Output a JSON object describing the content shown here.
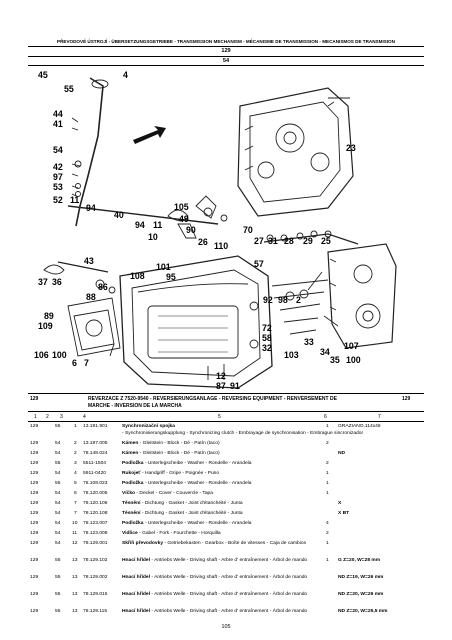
{
  "header": {
    "title": "PŘEVODOVÉ ÚSTROJÍ - ÜBERSETZUNGSGETRIEBE - TRANSMISSION MECHANISM - MÉCANISME DE TRANSMISSION - MECANISMOS DE TRANSMISION",
    "group_no": "129",
    "subgroup_no": "54"
  },
  "callouts": [
    {
      "key": "c45",
      "text": "45"
    },
    {
      "key": "c4",
      "text": "4"
    },
    {
      "key": "c55",
      "text": "55"
    },
    {
      "key": "c44",
      "text": "44"
    },
    {
      "key": "c41",
      "text": "41"
    },
    {
      "key": "c54",
      "text": "54"
    },
    {
      "key": "c42",
      "text": "42"
    },
    {
      "key": "c97",
      "text": "97"
    },
    {
      "key": "c53",
      "text": "53"
    },
    {
      "key": "c52",
      "text": "52"
    },
    {
      "key": "c11a",
      "text": "11"
    },
    {
      "key": "c94",
      "text": "94"
    },
    {
      "key": "c40",
      "text": "40"
    },
    {
      "key": "c94b",
      "text": "94"
    },
    {
      "key": "c11b",
      "text": "11"
    },
    {
      "key": "c105",
      "text": "105"
    },
    {
      "key": "c49",
      "text": "49"
    },
    {
      "key": "c90",
      "text": "90"
    },
    {
      "key": "c10",
      "text": "10"
    },
    {
      "key": "c26",
      "text": "26"
    },
    {
      "key": "c110",
      "text": "110"
    },
    {
      "key": "c70",
      "text": "70"
    },
    {
      "key": "c27",
      "text": "27"
    },
    {
      "key": "c31",
      "text": "31"
    },
    {
      "key": "c28",
      "text": "28"
    },
    {
      "key": "c29",
      "text": "29"
    },
    {
      "key": "c25",
      "text": "25"
    },
    {
      "key": "c23",
      "text": "23"
    },
    {
      "key": "c43",
      "text": "43"
    },
    {
      "key": "c108",
      "text": "108"
    },
    {
      "key": "c101",
      "text": "101"
    },
    {
      "key": "c95",
      "text": "95"
    },
    {
      "key": "c57",
      "text": "57"
    },
    {
      "key": "c37",
      "text": "37"
    },
    {
      "key": "c36",
      "text": "36"
    },
    {
      "key": "c86",
      "text": "86"
    },
    {
      "key": "c88",
      "text": "88"
    },
    {
      "key": "c92",
      "text": "92"
    },
    {
      "key": "c98",
      "text": "98"
    },
    {
      "key": "c2",
      "text": "2"
    },
    {
      "key": "c89",
      "text": "89"
    },
    {
      "key": "c109",
      "text": "109"
    },
    {
      "key": "c72",
      "text": "72"
    },
    {
      "key": "c58",
      "text": "58"
    },
    {
      "key": "c32",
      "text": "32"
    },
    {
      "key": "c103",
      "text": "103"
    },
    {
      "key": "c33",
      "text": "33"
    },
    {
      "key": "c34",
      "text": "34"
    },
    {
      "key": "c107",
      "text": "107"
    },
    {
      "key": "c106",
      "text": "106"
    },
    {
      "key": "c100",
      "text": "100"
    },
    {
      "key": "c6",
      "text": "6"
    },
    {
      "key": "c7",
      "text": "7"
    },
    {
      "key": "c35",
      "text": "35"
    },
    {
      "key": "c100b",
      "text": "100"
    },
    {
      "key": "c12",
      "text": "12"
    },
    {
      "key": "c87",
      "text": "87"
    },
    {
      "key": "c91",
      "text": "91"
    }
  ],
  "section": {
    "group": "129",
    "title_line1": "REVERZACE Z 7520-9540 - REVERSIERUNGSANLAGE - REVERSING EQUIPMENT - RENVERSEMENT DE",
    "title_line2": "MARCHE - INVERSION DE LA MARCHA",
    "group_right": "129"
  },
  "columns": [
    "1",
    "2",
    "3",
    "4",
    "5",
    "6",
    "7"
  ],
  "rows": [
    {
      "c1": "129",
      "c2": "55",
      "c3": "1",
      "c4": "13.191.901",
      "name": "Synchronizační spojka",
      "desc": " - Synchronisierungskupplung - Synchronizing clutch - Embrayage de synchronisation - Embrague sincronizador",
      "qty": "1",
      "note": "GRAZIANO.114x46"
    },
    {
      "c1": "129",
      "c2": "54",
      "c3": "2",
      "c4": "13.197.005",
      "name": "Kámen",
      "desc": " - Gleitstein - Block - Dé - Patín (taco)",
      "qty": "2",
      "note": ""
    },
    {
      "c1": "129",
      "c2": "54",
      "c3": "2",
      "c4": "78.148.024",
      "name": "Kámen",
      "desc": " - Gleitstein - Block - Dé - Patín (taco)",
      "qty": "",
      "note": "ND"
    },
    {
      "c1": "129",
      "c2": "55",
      "c3": "3",
      "c4": "5511-1504",
      "name": "Podložka",
      "desc": " - Unterlegscheibe - Washer - Rondelle - Arandela",
      "qty": "2",
      "note": ""
    },
    {
      "c1": "129",
      "c2": "54",
      "c3": "4",
      "c4": "5911-0420",
      "name": "Rukojeť",
      "desc": " - Handgriff - Gripe - Poignée - Puno",
      "qty": "1",
      "note": ""
    },
    {
      "c1": "129",
      "c2": "55",
      "c3": "5",
      "c4": "78.108.023",
      "name": "Podložka",
      "desc": " - Unterlegscheibe - Washer - Rondelle - Arandela",
      "qty": "1",
      "note": ""
    },
    {
      "c1": "129",
      "c2": "54",
      "c3": "6",
      "c4": "78.120.005",
      "name": "Víčko",
      "desc": " - Deckel - Cover - Couvercle - Tapa",
      "qty": "1",
      "note": ""
    },
    {
      "c1": "129",
      "c2": "54",
      "c3": "7",
      "c4": "78.120.106",
      "name": "Těsnění",
      "desc": " - Dichtung - Gasket - Joint d'étanchéité - Junta",
      "qty": "",
      "note": "X"
    },
    {
      "c1": "129",
      "c2": "54",
      "c3": "7",
      "c4": "78.120.108",
      "name": "Těsnění",
      "desc": " - Dichtung - Gasket - Joint d'étanchéité - Junta",
      "qty": "",
      "note": "X BT"
    },
    {
      "c1": "129",
      "c2": "54",
      "c3": "10",
      "c4": "78.123.007",
      "name": "Podložka",
      "desc": " - Unterlegscheibe - Washer - Rondelle - Arandela",
      "qty": "4",
      "note": ""
    },
    {
      "c1": "129",
      "c2": "54",
      "c3": "11",
      "c4": "78.123.008",
      "name": "Vidlice",
      "desc": " - Gabel - Fork - Fourchette - Horquilla",
      "qty": "2",
      "note": ""
    },
    {
      "c1": "129",
      "c2": "54",
      "c3": "12",
      "c4": "78.129.001",
      "name": "Skříň převodovky",
      "desc": " - Getriebekasten - Gearbox - Boîte de vitesses - Caja de cambios",
      "qty": "1",
      "note": ""
    },
    {
      "c1": "129",
      "c2": "55",
      "c3": "13",
      "c4": "78.129.102",
      "name": "Hnací hřídel",
      "desc": " - Antriebs Welle - Driving shaft - Arbre d' entraînement - Árbol de mando",
      "qty": "1",
      "note": "G Z=20, W=28 mm"
    },
    {
      "c1": "129",
      "c2": "55",
      "c3": "13",
      "c4": "78.129.002",
      "name": "Hnací hřídel",
      "desc": " - Antriebs Welle - Driving shaft - Arbre d' entraînement - Árbol de mando",
      "qty": "",
      "note": "ND Z=19, W=26 mm"
    },
    {
      "c1": "129",
      "c2": "55",
      "c3": "13",
      "c4": "78.129.015",
      "name": "Hnací hřídel",
      "desc": " - Antriebs Welle - Driving shaft - Arbre d' entraînement - Árbol de mando",
      "qty": "",
      "note": "ND Z=20, W=26 mm"
    },
    {
      "c1": "129",
      "c2": "55",
      "c3": "13",
      "c4": "78.129.115",
      "name": "Hnací hřídel",
      "desc": " - Antriebs Welle - Driving shaft - Arbre d' entraînement - Árbol de mando",
      "qty": "",
      "note": "ND Z=20, W=25,5 mm"
    }
  ],
  "page_number": "105"
}
